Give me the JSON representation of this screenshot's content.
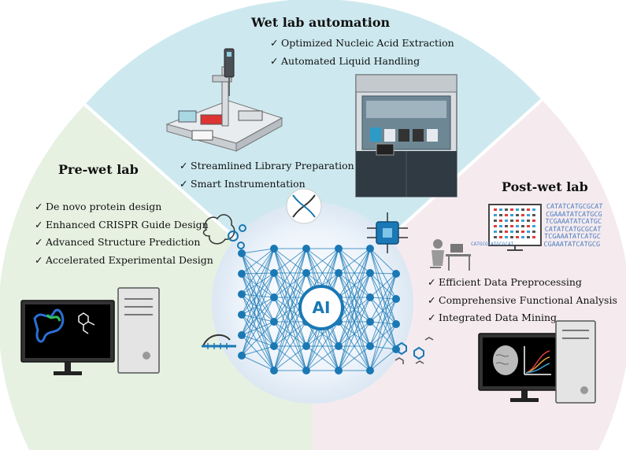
{
  "sections": {
    "wet_lab": {
      "title": "Wet lab automation",
      "items": [
        "Optimized Nucleic Acid Extraction",
        "Automated Liquid Handling"
      ],
      "items_lower": [
        "Streamlined Library Preparation",
        "Smart Instrumentation"
      ]
    },
    "pre_wet_lab": {
      "title": "Pre-wet lab",
      "items": [
        "De novo protein design",
        "Enhanced CRISPR Guide Design",
        "Advanced Structure Prediction",
        "Accelerated Experimental Design"
      ]
    },
    "post_wet_lab": {
      "title": "Post-wet lab",
      "items": [
        "Efficient Data Preprocessing",
        "Comprehensive Functional Analysis",
        "Integrated Data Mining"
      ]
    }
  },
  "center": {
    "label": "AI"
  },
  "sequence_text": [
    "CATATCATGCGCAT",
    "CGAAATATCATGCG",
    "TCGAAATATCATGC",
    "CATATCATGCGCAT",
    "TCGAAATATCATGC",
    "CGAAATATCATGCG"
  ],
  "check_glyph": "✓",
  "colors": {
    "wet_lab_bg": "#cde9ef",
    "pre_wet_bg": "#e6f1e1",
    "post_wet_bg": "#f5ebef",
    "network_blue": "#1a78b5"
  }
}
